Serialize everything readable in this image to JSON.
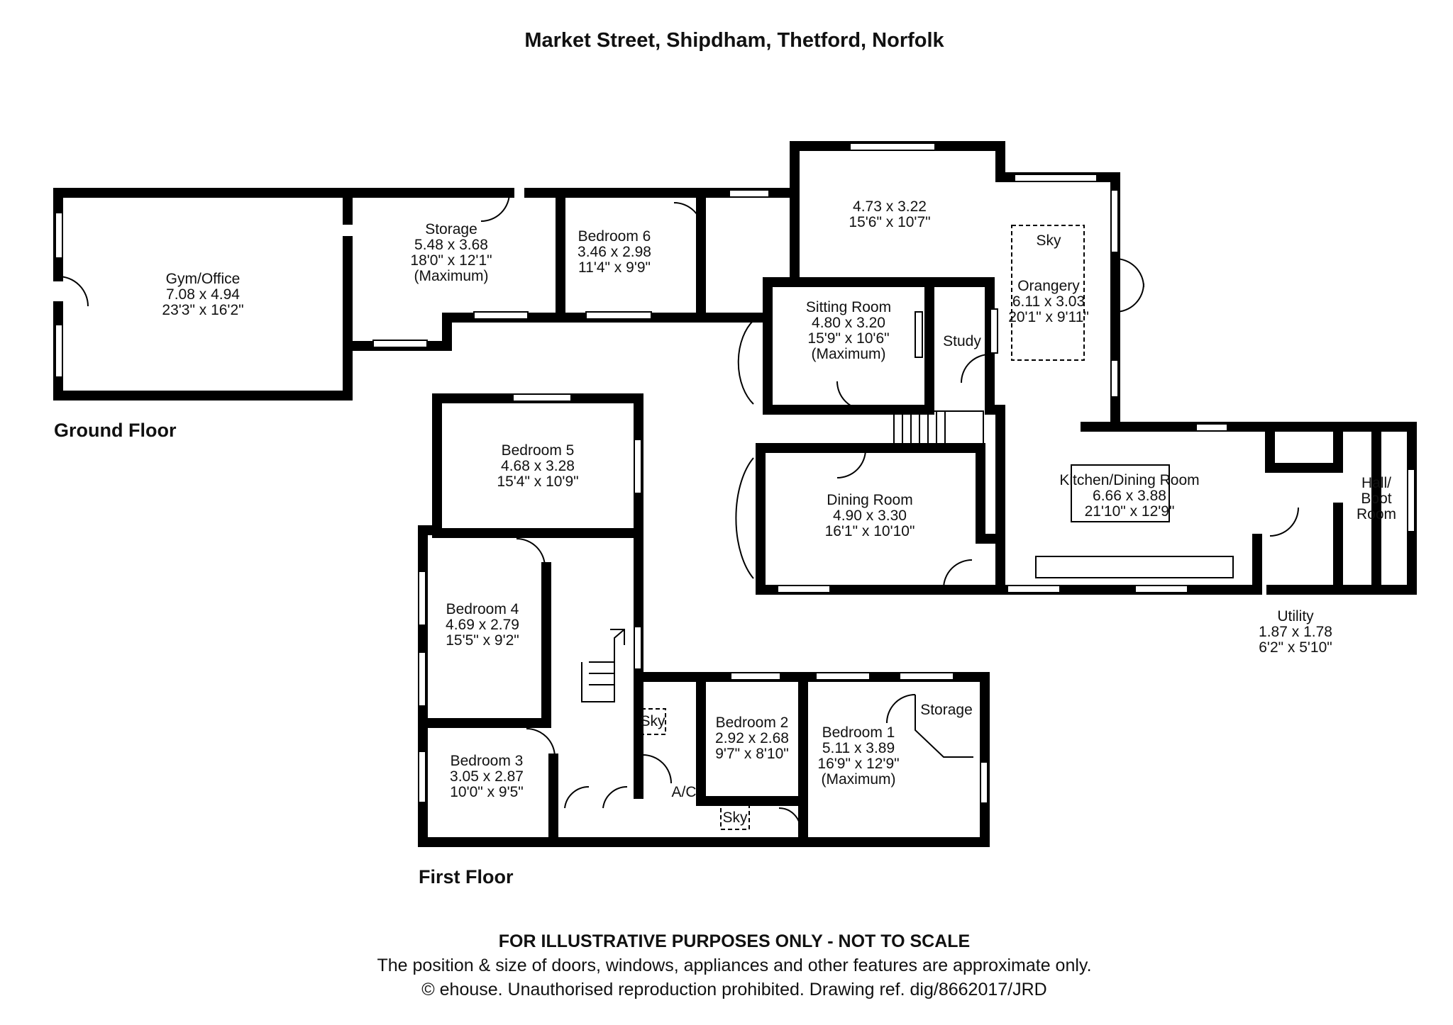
{
  "title": "Market Street, Shipdham, Thetford, Norfolk",
  "floors": {
    "ground": "Ground Floor",
    "first": "First Floor"
  },
  "rooms": {
    "gym": [
      "Gym/Office",
      "7.08 x 4.94",
      "23'3\" x 16'2\""
    ],
    "storage_gf": [
      "Storage",
      "5.48 x 3.68",
      "18'0\" x 12'1\"",
      "(Maximum)"
    ],
    "bedroom6": [
      "Bedroom 6",
      "3.46 x 2.98",
      "11'4\" x 9'9\""
    ],
    "unnamed": [
      "4.73 x 3.22",
      "15'6\" x 10'7\""
    ],
    "sitting": [
      "Sitting Room",
      "4.80 x 3.20",
      "15'9\" x 10'6\"",
      "(Maximum)"
    ],
    "study": [
      "Study"
    ],
    "orangery": [
      "Sky",
      "Orangery",
      "6.11 x 3.03",
      "20'1\" x 9'11\""
    ],
    "dining": [
      "Dining Room",
      "4.90 x 3.30",
      "16'1\" x 10'10\""
    ],
    "kitchen": [
      "Kitchen/Dining Room",
      "6.66 x 3.88",
      "21'10\" x 12'9\""
    ],
    "hall": [
      "Hall/",
      "Boot",
      "Room"
    ],
    "utility": [
      "Utility",
      "1.87 x 1.78",
      "6'2\" x 5'10\""
    ],
    "bedroom5": [
      "Bedroom 5",
      "4.68 x 3.28",
      "15'4\" x 10'9\""
    ],
    "bedroom4": [
      "Bedroom 4",
      "4.69 x 2.79",
      "15'5\" x 9'2\""
    ],
    "bedroom3": [
      "Bedroom 3",
      "3.05 x 2.87",
      "10'0\" x 9'5\""
    ],
    "bedroom2": [
      "Bedroom 2",
      "2.92 x 2.68",
      "9'7\" x 8'10\""
    ],
    "bedroom1": [
      "Bedroom 1",
      "5.11 x 3.89",
      "16'9\" x 12'9\"",
      "(Maximum)"
    ],
    "storage_ff": [
      "Storage"
    ],
    "sky_bath": [
      "Sky"
    ],
    "sky_landing": [
      "Sky"
    ],
    "ac": [
      "A/C"
    ]
  },
  "disclaimer": {
    "line1": "FOR ILLUSTRATIVE PURPOSES ONLY - NOT TO SCALE",
    "line2": "The position & size of doors, windows, appliances and other features are approximate only.",
    "line3": "© ehouse. Unauthorised reproduction prohibited. Drawing ref. dig/8662017/JRD"
  }
}
